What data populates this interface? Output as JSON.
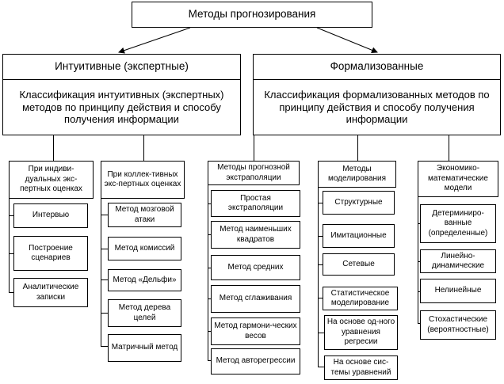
{
  "root": "Методы прогнозирования",
  "intuitive": {
    "title": "Интуитивные (экспертные)",
    "classification": "Классификация интуитивных (экспертных) методов по принципу действия и способу получения информации",
    "individual": {
      "header": "При индиви-дуальных экс-пертных оценках",
      "items": [
        "Интервью",
        "Построение сценариев",
        "Аналитические записки"
      ]
    },
    "collective": {
      "header": "При коллек-тивных экс-пертных оценках",
      "items": [
        "Метод мозговой атаки",
        "Метод комиссий",
        "Метод «Дельфи»",
        "Метод дерева целей",
        "Матричный метод"
      ]
    }
  },
  "formal": {
    "title": "Формализованные",
    "classification": "Классификация формализованных методов по принципу действия и способу получения информации",
    "extrapolation": {
      "header": "Методы прогнозной экстраполяции",
      "items": [
        "Простая экстраполяции",
        "Метод наименьших квадратов",
        "Метод средних",
        "Метод сглаживания",
        "Метод гармони-ческих весов",
        "Метод авторегрессии"
      ]
    },
    "modeling": {
      "header": "Методы моделирования",
      "items": [
        "Структурные",
        "Имитационные",
        "Сетевые",
        "Статистическое моделирование"
      ],
      "statistical_sub": [
        "На основе од-ного уравнения регресии",
        "На основе сис-темы уравнений"
      ]
    },
    "econ": {
      "header": "Экономико-математические модели",
      "items": [
        "Детерминиро-ванные (определенные)",
        "Линейно-динамические",
        "Нелинейные",
        "Стохастические (вероятностные)"
      ]
    }
  }
}
